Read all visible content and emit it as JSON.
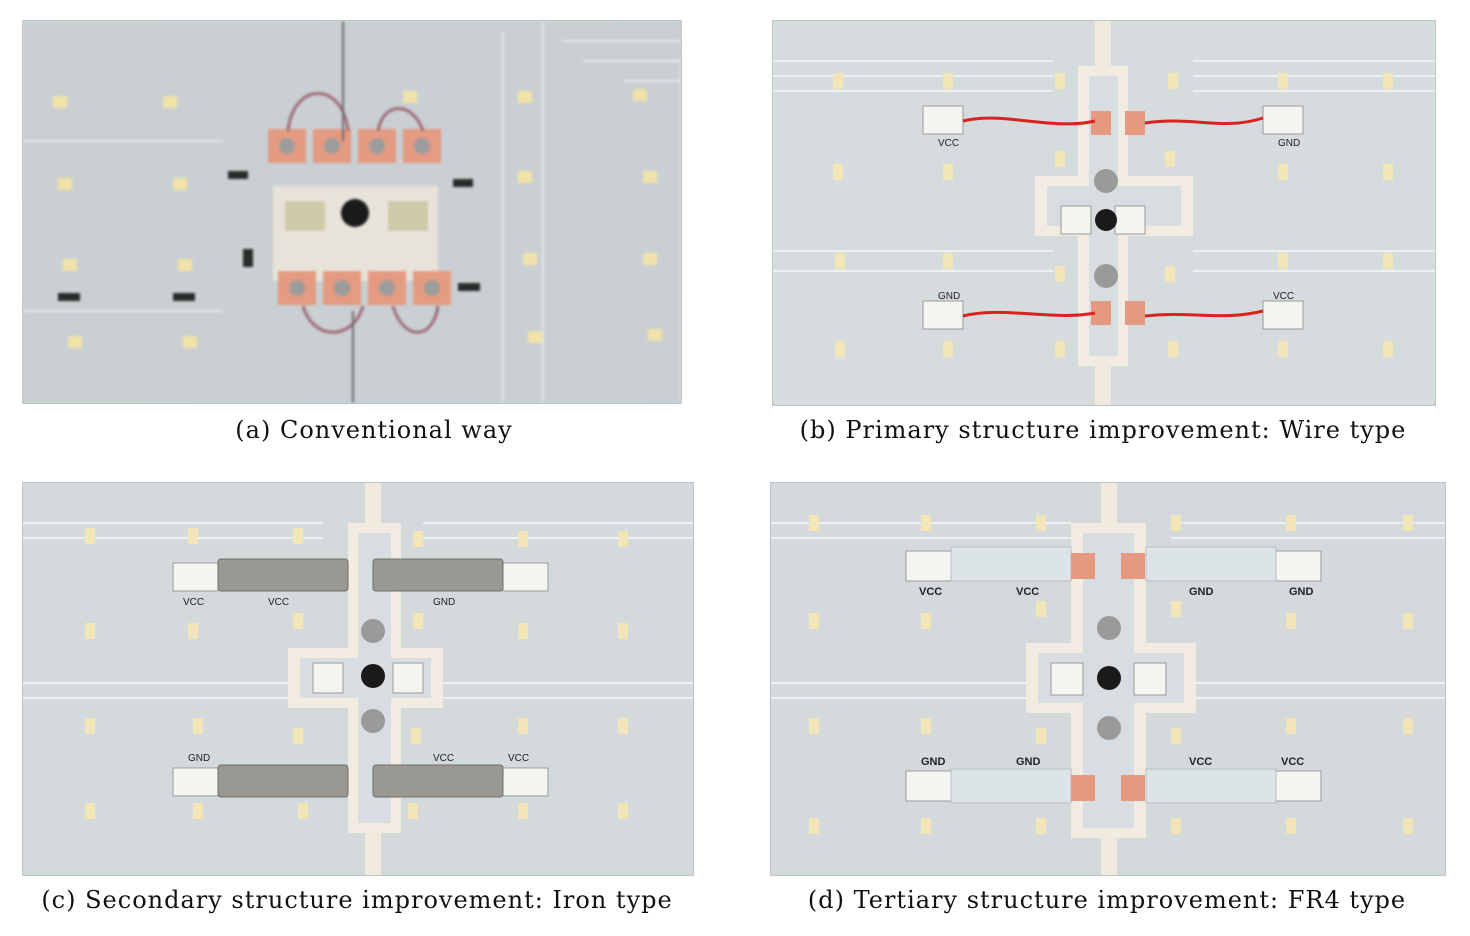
{
  "panels": [
    {
      "id": "a",
      "caption": "(a) Conventional way"
    },
    {
      "id": "b",
      "caption": "(b) Primary structure improvement: Wire type"
    },
    {
      "id": "c",
      "caption": "(c) Secondary structure improvement: Iron type"
    },
    {
      "id": "d",
      "caption": "(d) Tertiary structure improvement: FR4 type"
    }
  ],
  "board_labels": {
    "vcc": "VCC",
    "gnd": "GND"
  },
  "colors": {
    "board": "#ccd2d6",
    "led": "#f2e6b8",
    "pcb_insulation": "#f1ebe2",
    "copper_pad": "#e49a80",
    "red_wire": "#d8241f",
    "iron_bar": "#9a9893",
    "fr4_bar": "#dde4e8"
  }
}
